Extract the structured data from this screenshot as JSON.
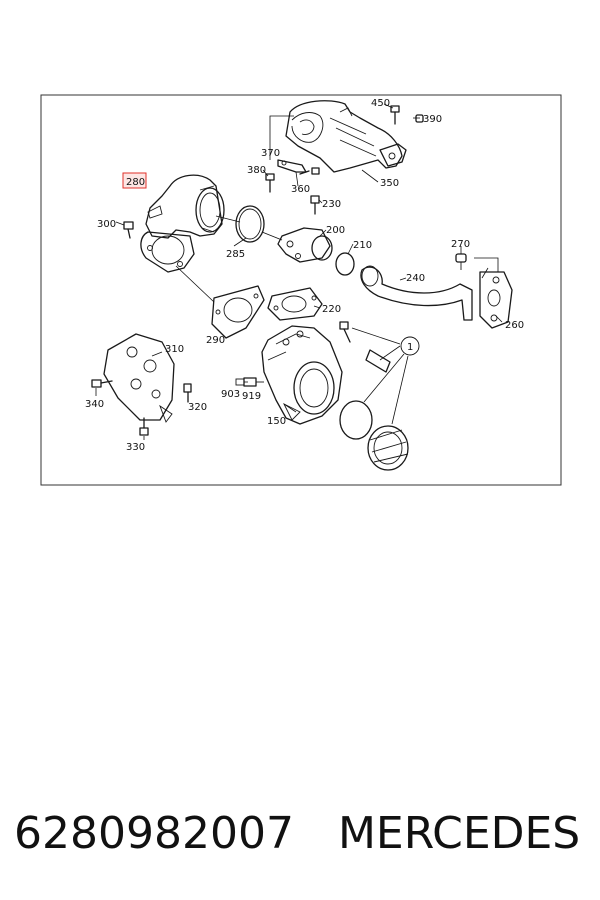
{
  "diagram": {
    "frame_border_color": "#333333",
    "highlight_color": "#e0302a",
    "highlighted_callout": "280",
    "callouts": [
      {
        "id": "450",
        "label": "450"
      },
      {
        "id": "390",
        "label": "390"
      },
      {
        "id": "370",
        "label": "370"
      },
      {
        "id": "380",
        "label": "380"
      },
      {
        "id": "360",
        "label": "360"
      },
      {
        "id": "350",
        "label": "350"
      },
      {
        "id": "280",
        "label": "280"
      },
      {
        "id": "300",
        "label": "300"
      },
      {
        "id": "230",
        "label": "230"
      },
      {
        "id": "200",
        "label": "200"
      },
      {
        "id": "210",
        "label": "210"
      },
      {
        "id": "285",
        "label": "285"
      },
      {
        "id": "270",
        "label": "270"
      },
      {
        "id": "240",
        "label": "240"
      },
      {
        "id": "220",
        "label": "220"
      },
      {
        "id": "260",
        "label": "260"
      },
      {
        "id": "290",
        "label": "290"
      },
      {
        "id": "310",
        "label": "310"
      },
      {
        "id": "1",
        "label": "1"
      },
      {
        "id": "903",
        "label": "903"
      },
      {
        "id": "919",
        "label": "919"
      },
      {
        "id": "340",
        "label": "340"
      },
      {
        "id": "320",
        "label": "320"
      },
      {
        "id": "150",
        "label": "150"
      },
      {
        "id": "330",
        "label": "330"
      }
    ]
  },
  "footer": {
    "part_number": "6280982007",
    "brand": "MERCEDES"
  }
}
